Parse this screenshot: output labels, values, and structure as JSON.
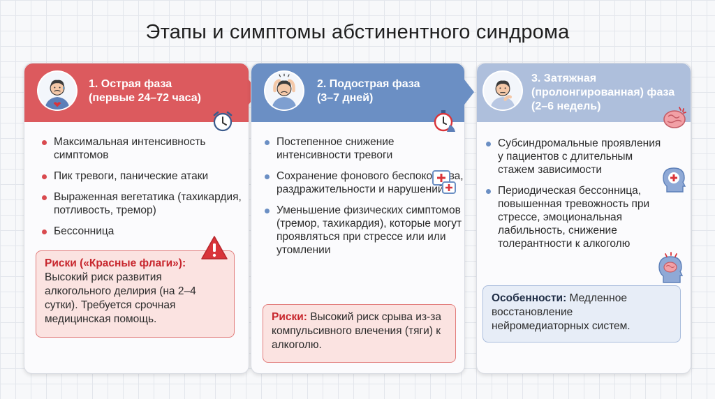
{
  "title": "Этапы и симптомы абстинентного синдрома",
  "colors": {
    "acute": "#dc5a5e",
    "subacute": "#6b8fc4",
    "protracted": "#aebfdc",
    "risk_text": "#c7262d"
  },
  "phases": [
    {
      "title_line1": "1. Острая фаза",
      "title_line2": "(первые 24–72 часа)",
      "avatar_icon": "distressed-person-icon",
      "corner_icon": "alarm-clock-icon",
      "items": [
        "Максимальная интенсивность симптомов",
        "Пик тревоги, панические атаки",
        "Выраженная вегетатика (тахикардия, потливость, тремор)",
        "Бессонница"
      ],
      "box_label": "Риски («Красные флаги»):",
      "box_text": "Высокий риск развития алкогольного делирия (на 2–4 сутки). Требуется срочная медицинская помощь.",
      "box_icon": "warning-triangle-icon"
    },
    {
      "title_line1": "2. Подострая фаза",
      "title_line2": "(3–7 дней)",
      "avatar_icon": "stressed-person-icon",
      "corner_icon": "stopwatch-icon",
      "items": [
        "Постепенное снижение интенсивности тревоги",
        "Сохранение фонового беспокойства, раздражительности и нарушений",
        "Уменьшение физических симптомов (тремор, тахикардия), которые могут проявляться при стрессе или или утомлении"
      ],
      "side_icon": "medical-kit-icon",
      "box_label": "Риски:",
      "box_text": " Высокий риск срыва из-за компульсивного влечения (тяги) к алкоголю."
    },
    {
      "title_line1": "3. Затяжная",
      "title_line2": "(пролонгированная) фаза",
      "title_line3": "(2–6 недель)",
      "avatar_icon": "thoughtful-person-icon",
      "corner_icon": "brain-icon",
      "items": [
        "Субсиндромальные проявления у пациентов с длительным стажем зависимости",
        "Периодическая бессонница, повышенная тревожность при стрессе, эмоциональная лабильность, снижение толерантности к алкоголю"
      ],
      "side_icons": [
        "head-medical-cross-icon",
        "head-brain-icon"
      ],
      "box_label": "Особенности:",
      "box_text": " Медленное восстановление нейромедиаторных систем."
    }
  ]
}
